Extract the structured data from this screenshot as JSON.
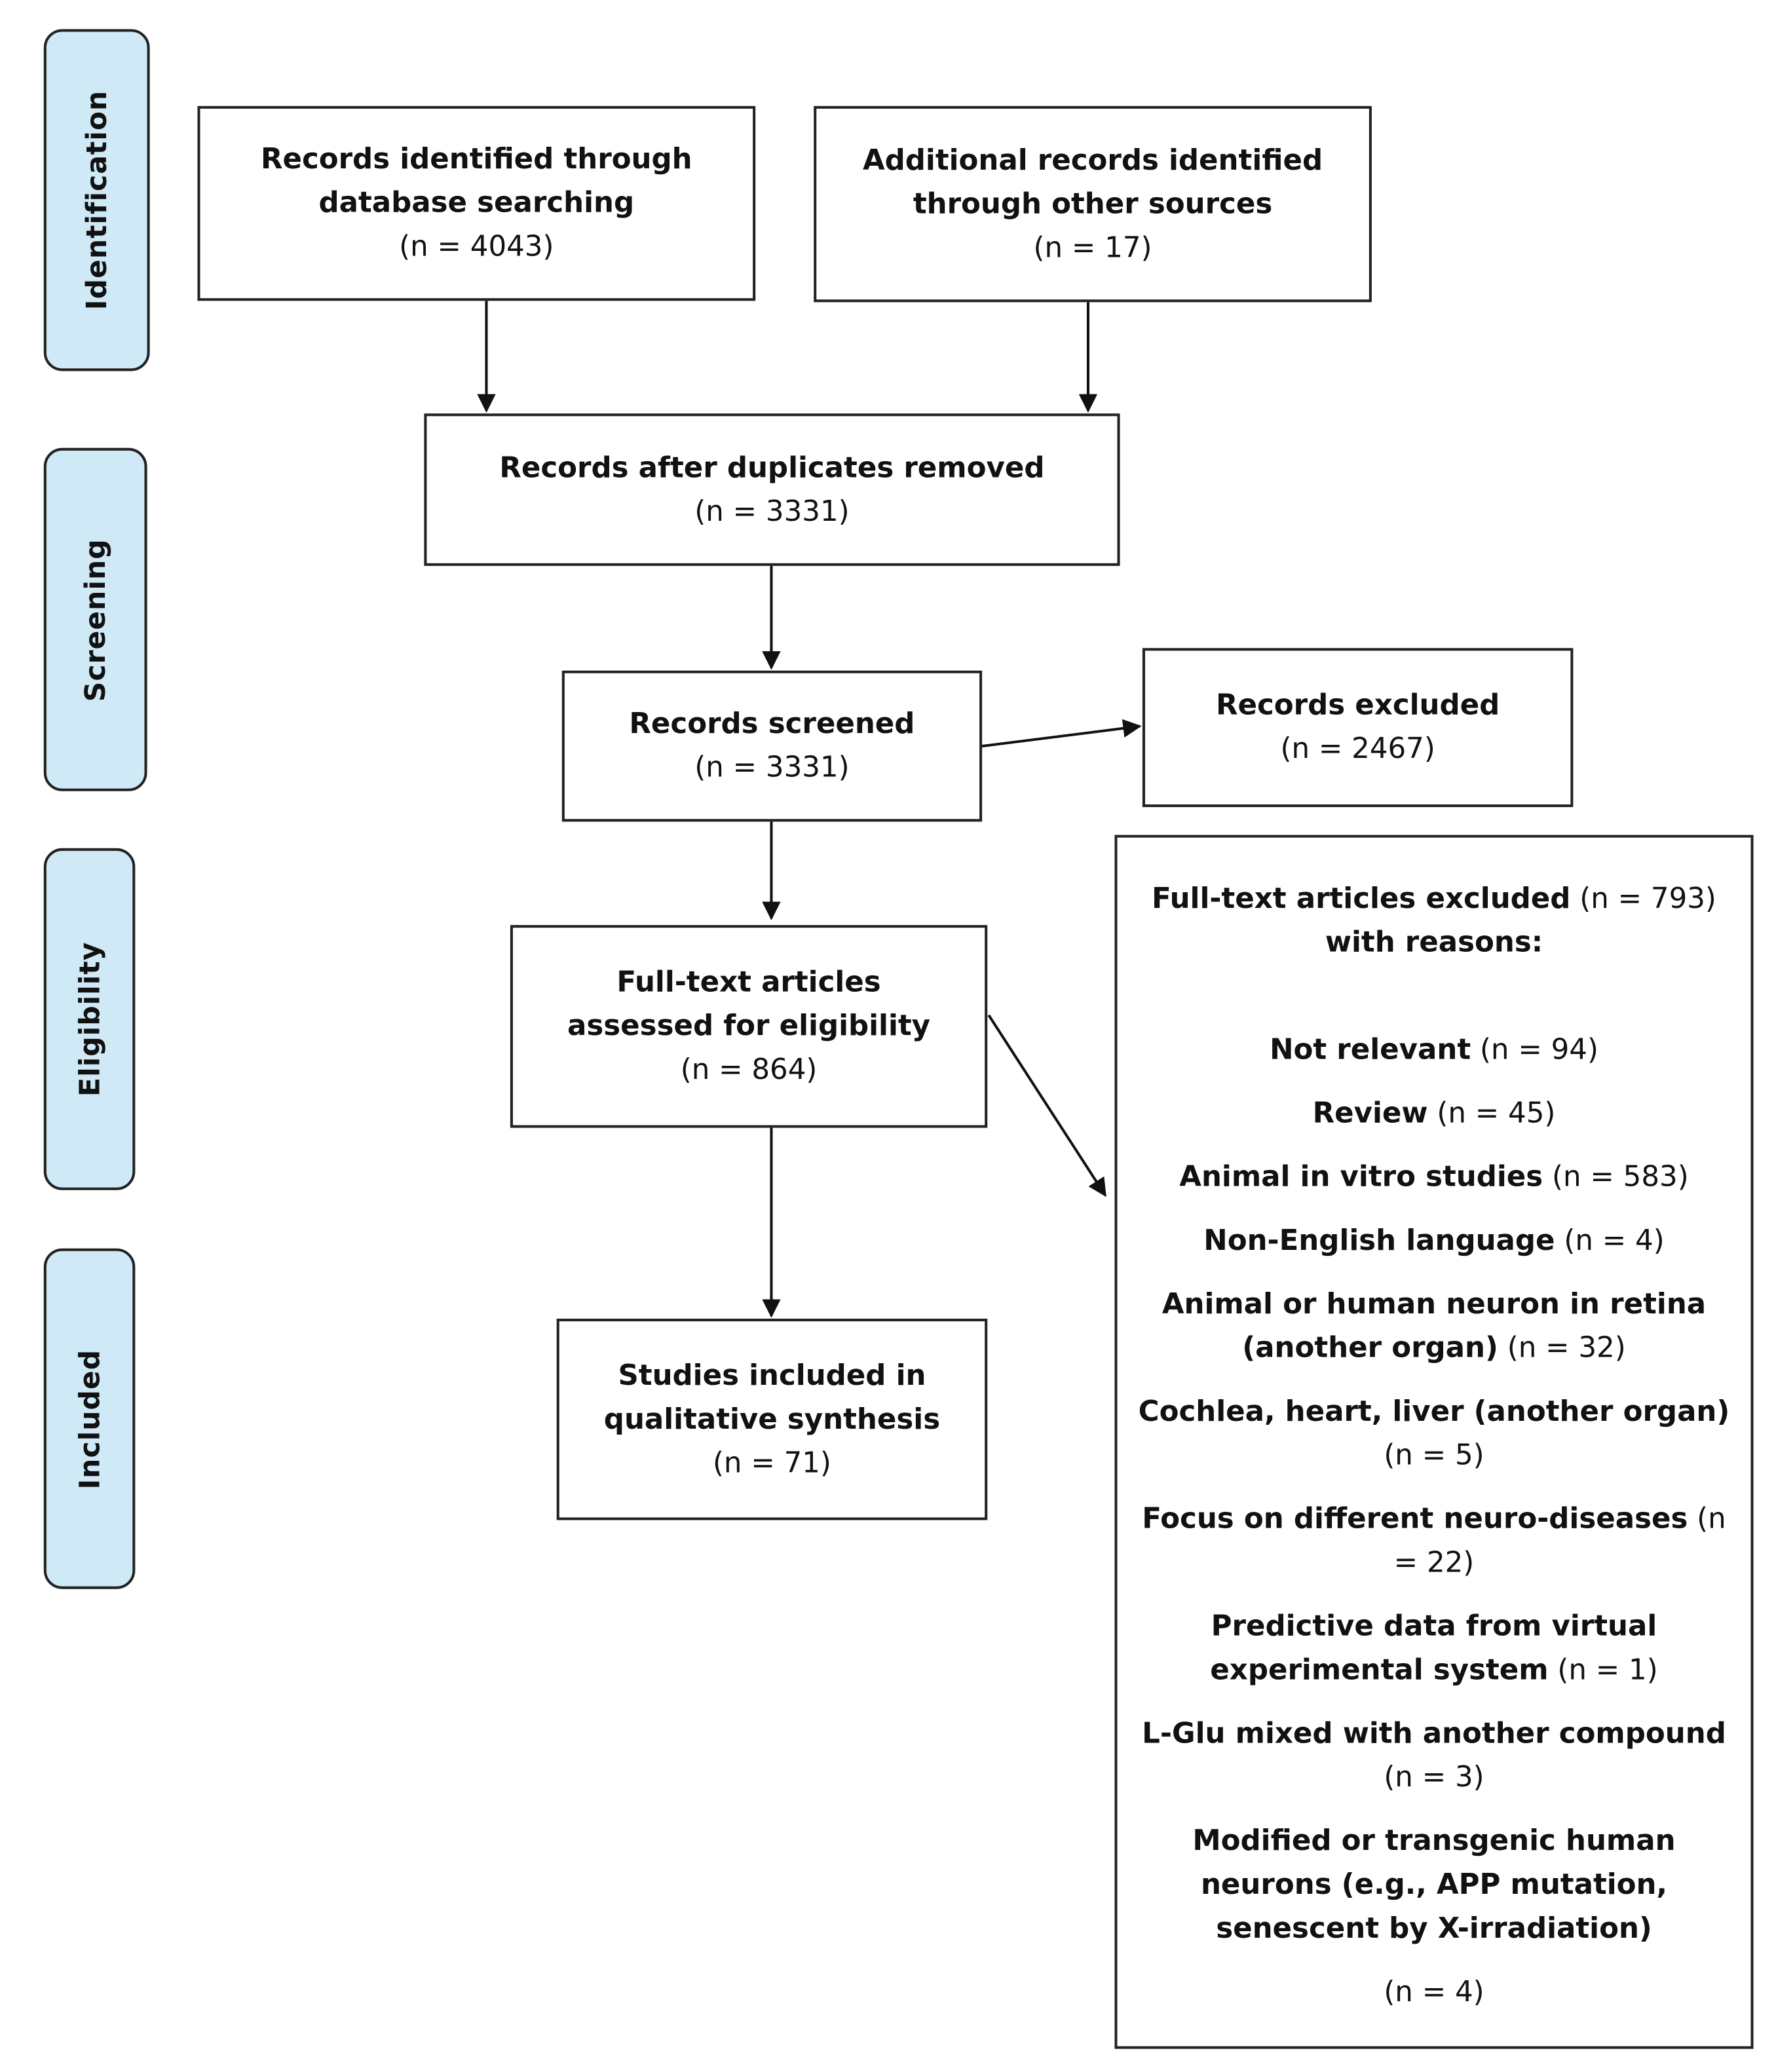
{
  "phases": [
    "Identification",
    "Screening",
    "Eligibility",
    "Included"
  ],
  "boxes": {
    "database": {
      "title_1": "Records identified through",
      "title_2": "database searching",
      "count": "(n = 4043)"
    },
    "other": {
      "title_1": "Additional records identified",
      "title_2": "through other sources",
      "count": "(n = 17)"
    },
    "deduplicated": {
      "title": "Records after duplicates removed",
      "count": "(n = 3331)"
    },
    "screened": {
      "title": "Records screened",
      "count": "(n = 3331)"
    },
    "excluded": {
      "title": "Records excluded",
      "count": "(n = 2467)"
    },
    "fulltext": {
      "title_1": "Full-text articles",
      "title_2": "assessed for eligibility",
      "count": "(n = 864)"
    },
    "included": {
      "title_1": "Studies included in",
      "title_2": "qualitative synthesis",
      "count": "(n = 71)"
    }
  },
  "fulltext_excluded": {
    "head_bold": "Full-text articles excluded",
    "head_count": " (n = 793)",
    "head_tail": " with reasons:",
    "reasons": [
      {
        "label": "Not relevant",
        "count": " (n = 94)"
      },
      {
        "label": "Review",
        "count": " (n = 45)"
      },
      {
        "label": "Animal in vitro studies",
        "count": " (n = 583)"
      },
      {
        "label": "Non-English language",
        "count": " (n = 4)"
      },
      {
        "label": "Animal or human neuron in retina (another organ)",
        "count": " (n = 32)"
      },
      {
        "label": "Cochlea, heart, liver (another organ)",
        "count": " (n = 5)"
      },
      {
        "label": "Focus on different neuro-diseases",
        "count": " (n = 22)"
      },
      {
        "label": "Predictive data from virtual experimental system",
        "count": " (n = 1)"
      },
      {
        "label": "L-Glu mixed with another compound",
        "count": " (n = 3)"
      },
      {
        "label": "Modified or transgenic human neurons (e.g., APP mutation, senescent by X-irradiation)",
        "count": ""
      }
    ],
    "final_count": "(n = 4)"
  },
  "colors": {
    "phase_fill": "#cfe9f7",
    "stroke": "#222222"
  }
}
